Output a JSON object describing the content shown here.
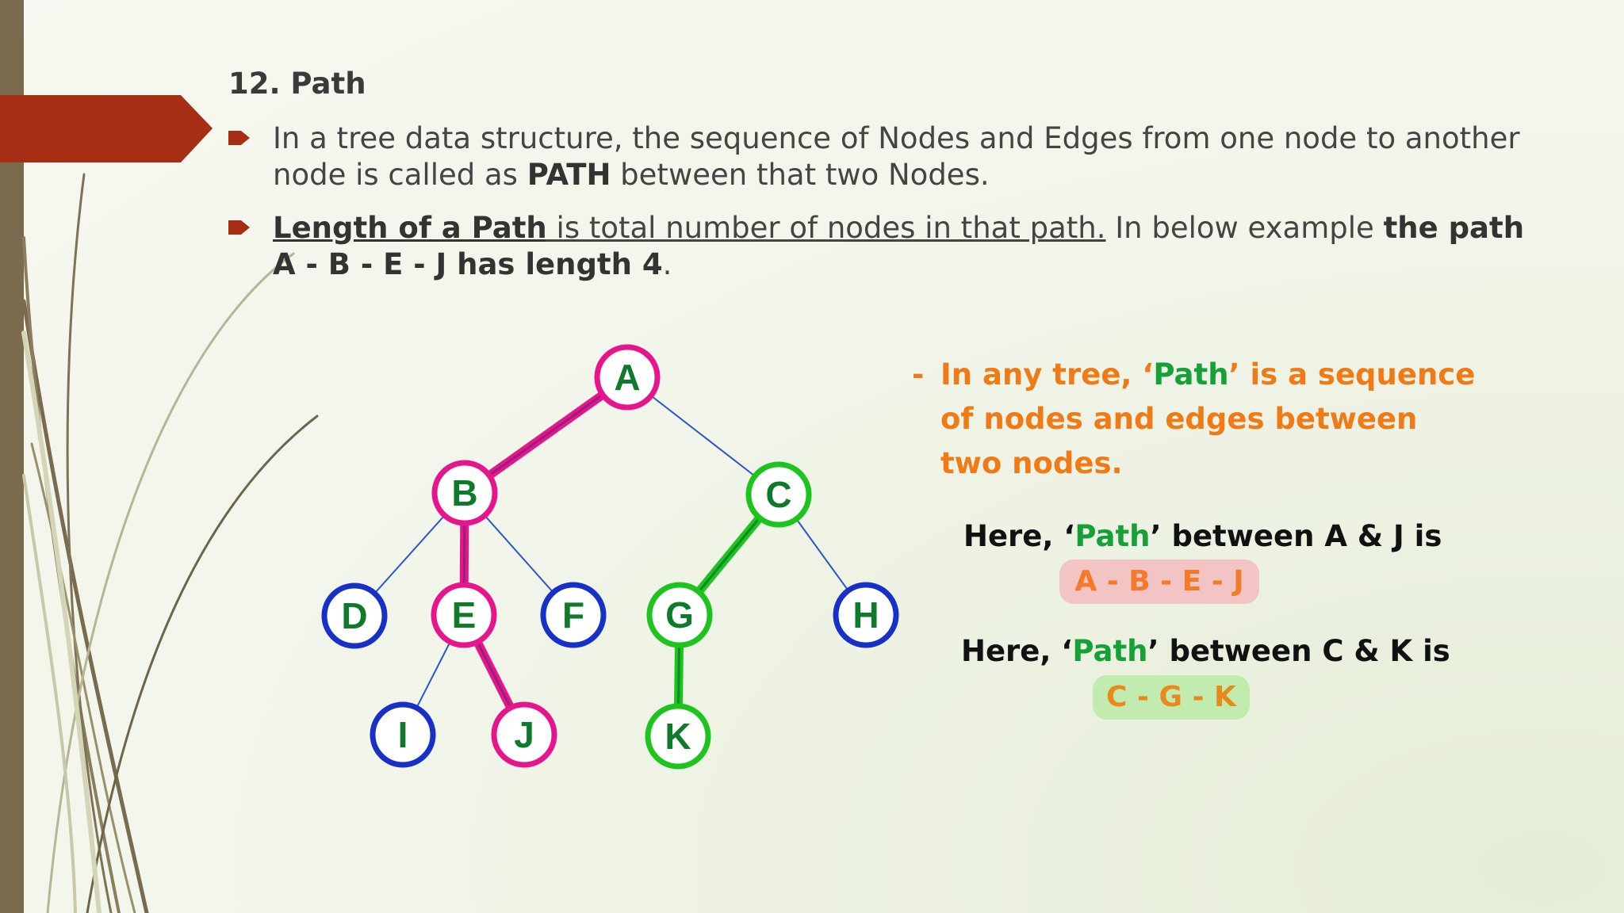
{
  "slide": {
    "title": "12. Path",
    "bullet1": {
      "part1": "In a tree data structure, the sequence of Nodes and Edges from one node to another node is called as ",
      "bold": "PATH",
      "part2": " between that two Nodes."
    },
    "bullet2": {
      "u_bold": "Length of a Path",
      "u_text": " is total number of nodes in that path.",
      "part1": " In below example ",
      "bold": "the path A - B - E - J has length 4",
      "end": "."
    }
  },
  "tree": {
    "colors": {
      "pink": "#e6158c",
      "green": "#1ec41e",
      "blue": "#1630c8",
      "edge_blue": "#2e56c8",
      "label": "#0f7a2c"
    },
    "nodes": [
      {
        "id": "A",
        "color": "pink"
      },
      {
        "id": "B",
        "color": "pink"
      },
      {
        "id": "C",
        "color": "green"
      },
      {
        "id": "D",
        "color": "blue"
      },
      {
        "id": "E",
        "color": "pink"
      },
      {
        "id": "F",
        "color": "blue"
      },
      {
        "id": "G",
        "color": "green"
      },
      {
        "id": "H",
        "color": "blue"
      },
      {
        "id": "I",
        "color": "blue"
      },
      {
        "id": "J",
        "color": "pink"
      },
      {
        "id": "K",
        "color": "green"
      }
    ],
    "edges": [
      {
        "from": "A",
        "to": "B",
        "style": "pink"
      },
      {
        "from": "A",
        "to": "C",
        "style": "thin"
      },
      {
        "from": "B",
        "to": "D",
        "style": "thin"
      },
      {
        "from": "B",
        "to": "E",
        "style": "pink"
      },
      {
        "from": "B",
        "to": "F",
        "style": "thin"
      },
      {
        "from": "C",
        "to": "G",
        "style": "green"
      },
      {
        "from": "C",
        "to": "H",
        "style": "thin"
      },
      {
        "from": "E",
        "to": "I",
        "style": "thin"
      },
      {
        "from": "E",
        "to": "J",
        "style": "pink"
      },
      {
        "from": "G",
        "to": "K",
        "style": "green"
      }
    ]
  },
  "side": {
    "dash": "-",
    "note_a": "In any tree, ‘",
    "note_path": "Path",
    "note_b": "’ is a sequence of nodes and edges between two nodes.",
    "here1_a": "Here, ‘",
    "here1_path": "Path",
    "here1_b": "’ between A & J is",
    "answer1": "A - B - E - J",
    "here2_a": "Here, ‘",
    "here2_path": "Path",
    "here2_b": "’ between C & K is",
    "answer2": "C - G - K"
  }
}
